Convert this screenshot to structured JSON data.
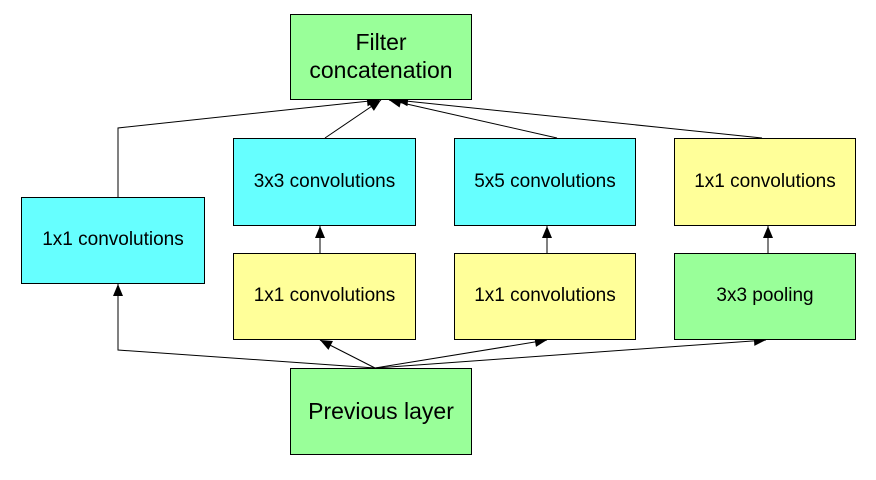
{
  "colors": {
    "green": "#99ff99",
    "cyan": "#66ffff",
    "yellow": "#ffff99",
    "edge": "#000000"
  },
  "nodes": {
    "filter": {
      "line1": "Filter",
      "line2": "concatenation"
    },
    "conv1x1_left": {
      "label": "1x1 convolutions"
    },
    "conv3x3": {
      "label": "3x3 convolutions"
    },
    "conv5x5": {
      "label": "5x5 convolutions"
    },
    "conv1x1_right": {
      "label": "1x1 convolutions"
    },
    "reduce_3x3": {
      "label": "1x1 convolutions"
    },
    "reduce_5x5": {
      "label": "1x1 convolutions"
    },
    "pooling": {
      "label": "3x3 pooling"
    },
    "previous": {
      "label": "Previous layer"
    }
  },
  "edges": [
    {
      "from": "previous",
      "to": "conv1x1_left"
    },
    {
      "from": "previous",
      "to": "reduce_3x3"
    },
    {
      "from": "previous",
      "to": "reduce_5x5"
    },
    {
      "from": "previous",
      "to": "pooling"
    },
    {
      "from": "reduce_3x3",
      "to": "conv3x3"
    },
    {
      "from": "reduce_5x5",
      "to": "conv5x5"
    },
    {
      "from": "pooling",
      "to": "conv1x1_right"
    },
    {
      "from": "conv1x1_left",
      "to": "filter"
    },
    {
      "from": "conv3x3",
      "to": "filter"
    },
    {
      "from": "conv5x5",
      "to": "filter"
    },
    {
      "from": "conv1x1_right",
      "to": "filter"
    }
  ]
}
